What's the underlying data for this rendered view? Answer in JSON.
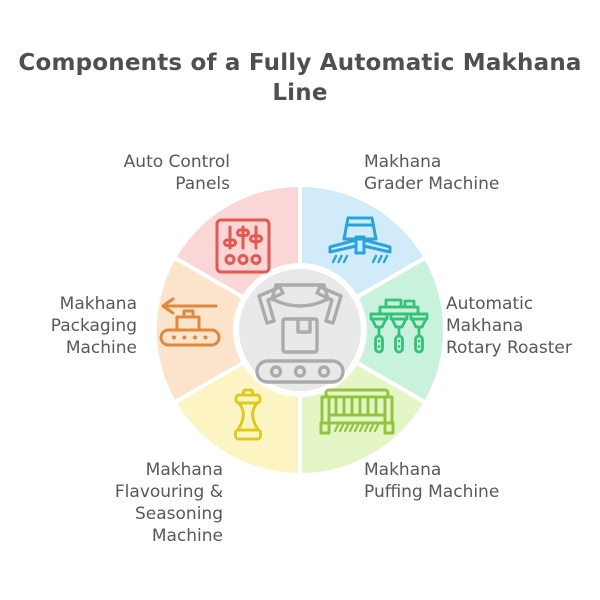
{
  "title": "Components of a Fully Automatic Makhana Line",
  "text_color": "#57585a",
  "wheel": {
    "center": {
      "icon": "conveyor-robot-arm-icon",
      "icon_color": "#ababab",
      "bg_color": "#e9e9e9"
    },
    "segments": [
      {
        "label": "Makhana\nGrader Machine",
        "color": "#d2ebfa",
        "icon_color": "#27a4e0",
        "icon": "grader-machine-icon",
        "position": "top-right"
      },
      {
        "label": "Automatic\nMakhana\nRotary Roaster",
        "color": "#c9f2dc",
        "icon_color": "#34c17a",
        "icon": "rotary-roaster-icon",
        "position": "right"
      },
      {
        "label": "Makhana\nPuffing Machine",
        "color": "#e4f6c6",
        "icon_color": "#93c43d",
        "icon": "puffing-machine-icon",
        "position": "bottom-right"
      },
      {
        "label": "Makhana\nFlavouring &\nSeasoning\nMachine",
        "color": "#fdf4c4",
        "icon_color": "#dfcb1e",
        "icon": "seasoning-shaker-icon",
        "position": "bottom-left"
      },
      {
        "label": "Makhana\nPackaging\nMachine",
        "color": "#fce3cb",
        "icon_color": "#e0893c",
        "icon": "packaging-conveyor-icon",
        "position": "left"
      },
      {
        "label": "Auto Control\nPanels",
        "color": "#fad6d6",
        "icon_color": "#e65750",
        "icon": "control-panel-icon",
        "position": "top-left"
      }
    ]
  }
}
